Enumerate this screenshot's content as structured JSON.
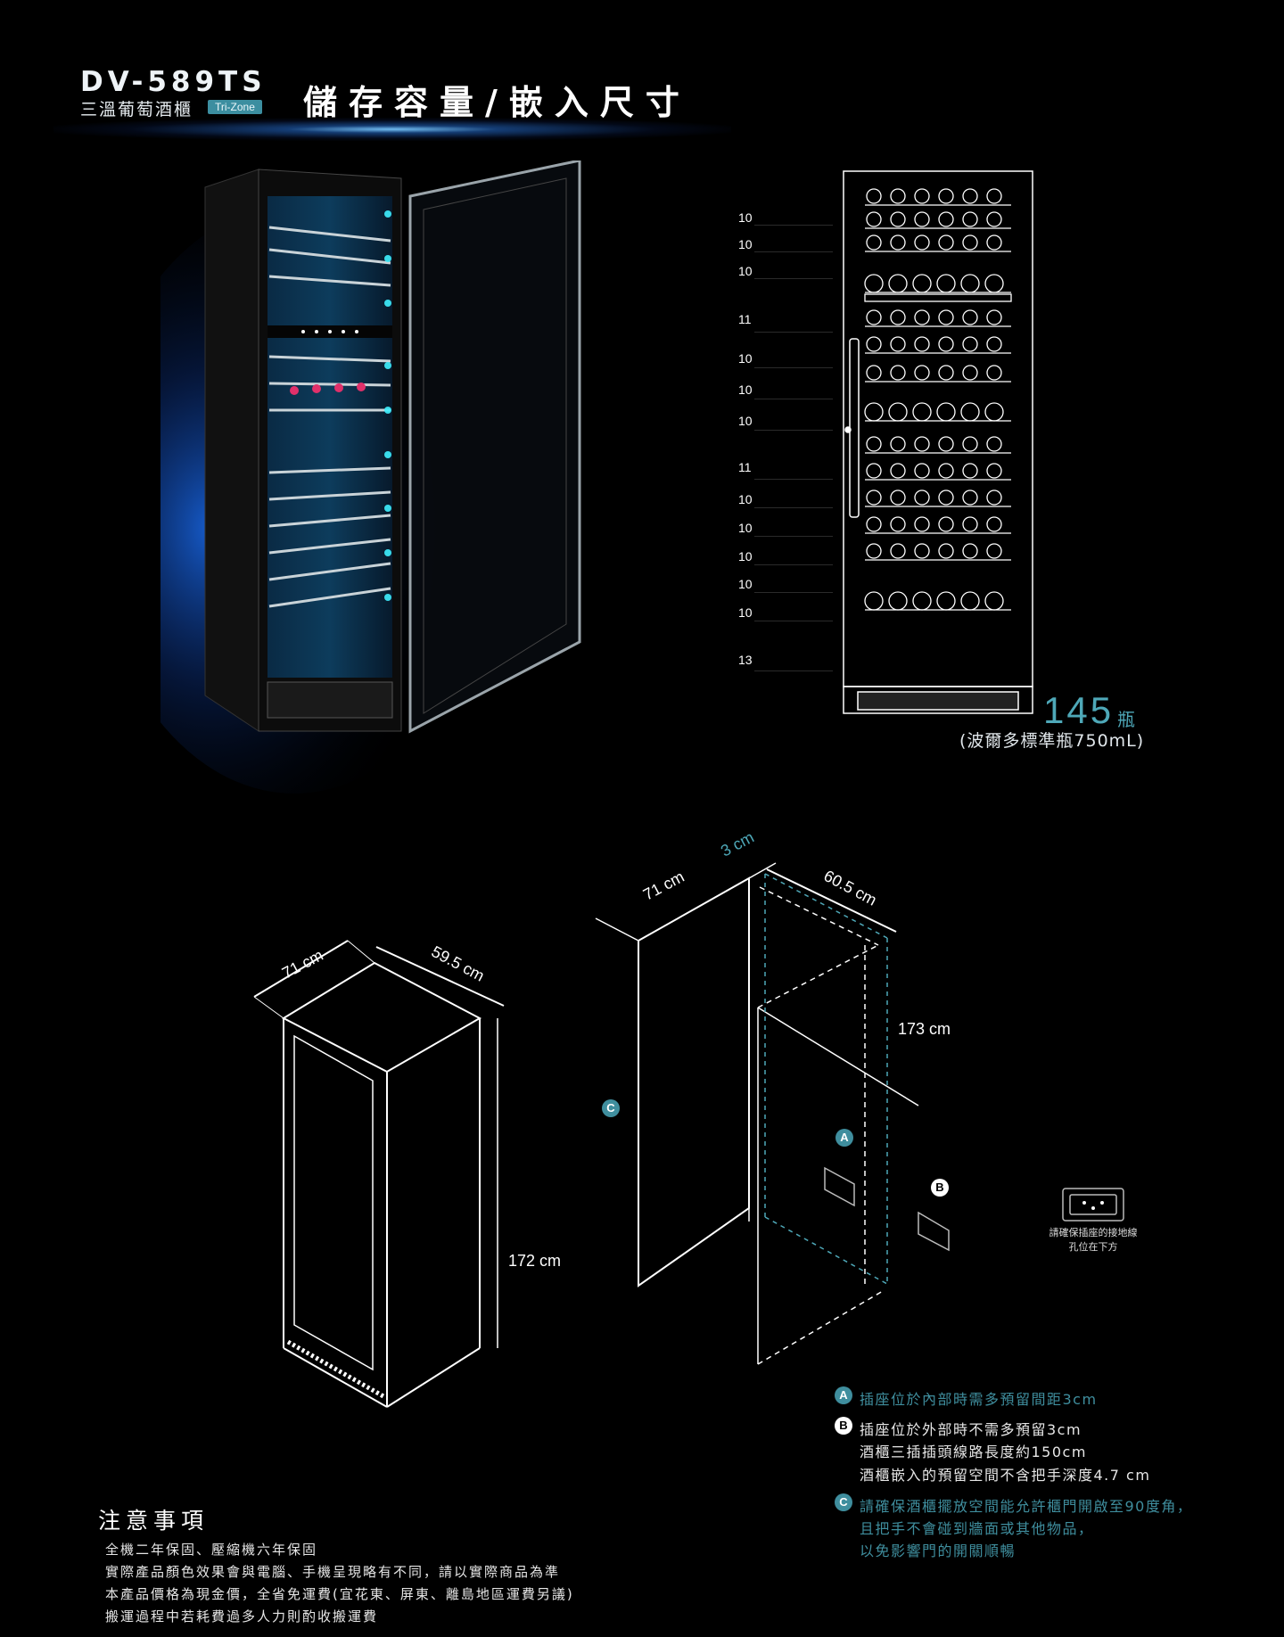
{
  "header": {
    "model": "DV-589TS",
    "subtitle": "三溫葡萄酒櫃",
    "badge": "Tri-Zone",
    "title": "儲存容量/嵌入尺寸"
  },
  "rack_rows": [
    "10",
    "10",
    "10",
    "11",
    "10",
    "10",
    "10",
    "11",
    "10",
    "10",
    "10",
    "10",
    "10",
    "13"
  ],
  "capacity": {
    "number": "145",
    "unit": "瓶",
    "note": "(波爾多標準瓶750mL)"
  },
  "dimensions": {
    "cab_depth": "71 cm",
    "cab_width": "59.5 cm",
    "cab_height": "172 cm",
    "niche_depth": "71 cm",
    "gap": "3 cm",
    "niche_width": "60.5 cm",
    "niche_height": "173 cm"
  },
  "markers": {
    "a": "A",
    "b": "B",
    "c": "C"
  },
  "outlet_note": "請確保插座的接地線孔位在下方",
  "install_notes": {
    "a_text": "插座位於內部時需多預留間距3cm",
    "b_text": "插座位於外部時不需多預留3cm",
    "b_line2": "酒櫃三插插頭線路長度約150cm",
    "b_line3": "酒櫃嵌入的預留空間不含把手深度4.7 cm",
    "c_text": "請確保酒櫃擺放空間能允許櫃門開啟至90度角，",
    "c_line2": "且把手不會碰到牆面或其他物品，",
    "c_line3": "以免影響門的開關順暢"
  },
  "notice": {
    "title": "注意事項",
    "items": [
      "全機二年保固、壓縮機六年保固",
      "實際產品顏色效果會與電腦、手機呈現略有不同，請以實際商品為準",
      "本產品價格為現金價，全省免運費(宜花東、屏東、離島地區運費另議)",
      "搬運過程中若耗費過多人力則酌收搬運費"
    ]
  },
  "colors": {
    "accent": "#3f8e9e",
    "glow": "#1e6fe0",
    "background": "#000000"
  }
}
